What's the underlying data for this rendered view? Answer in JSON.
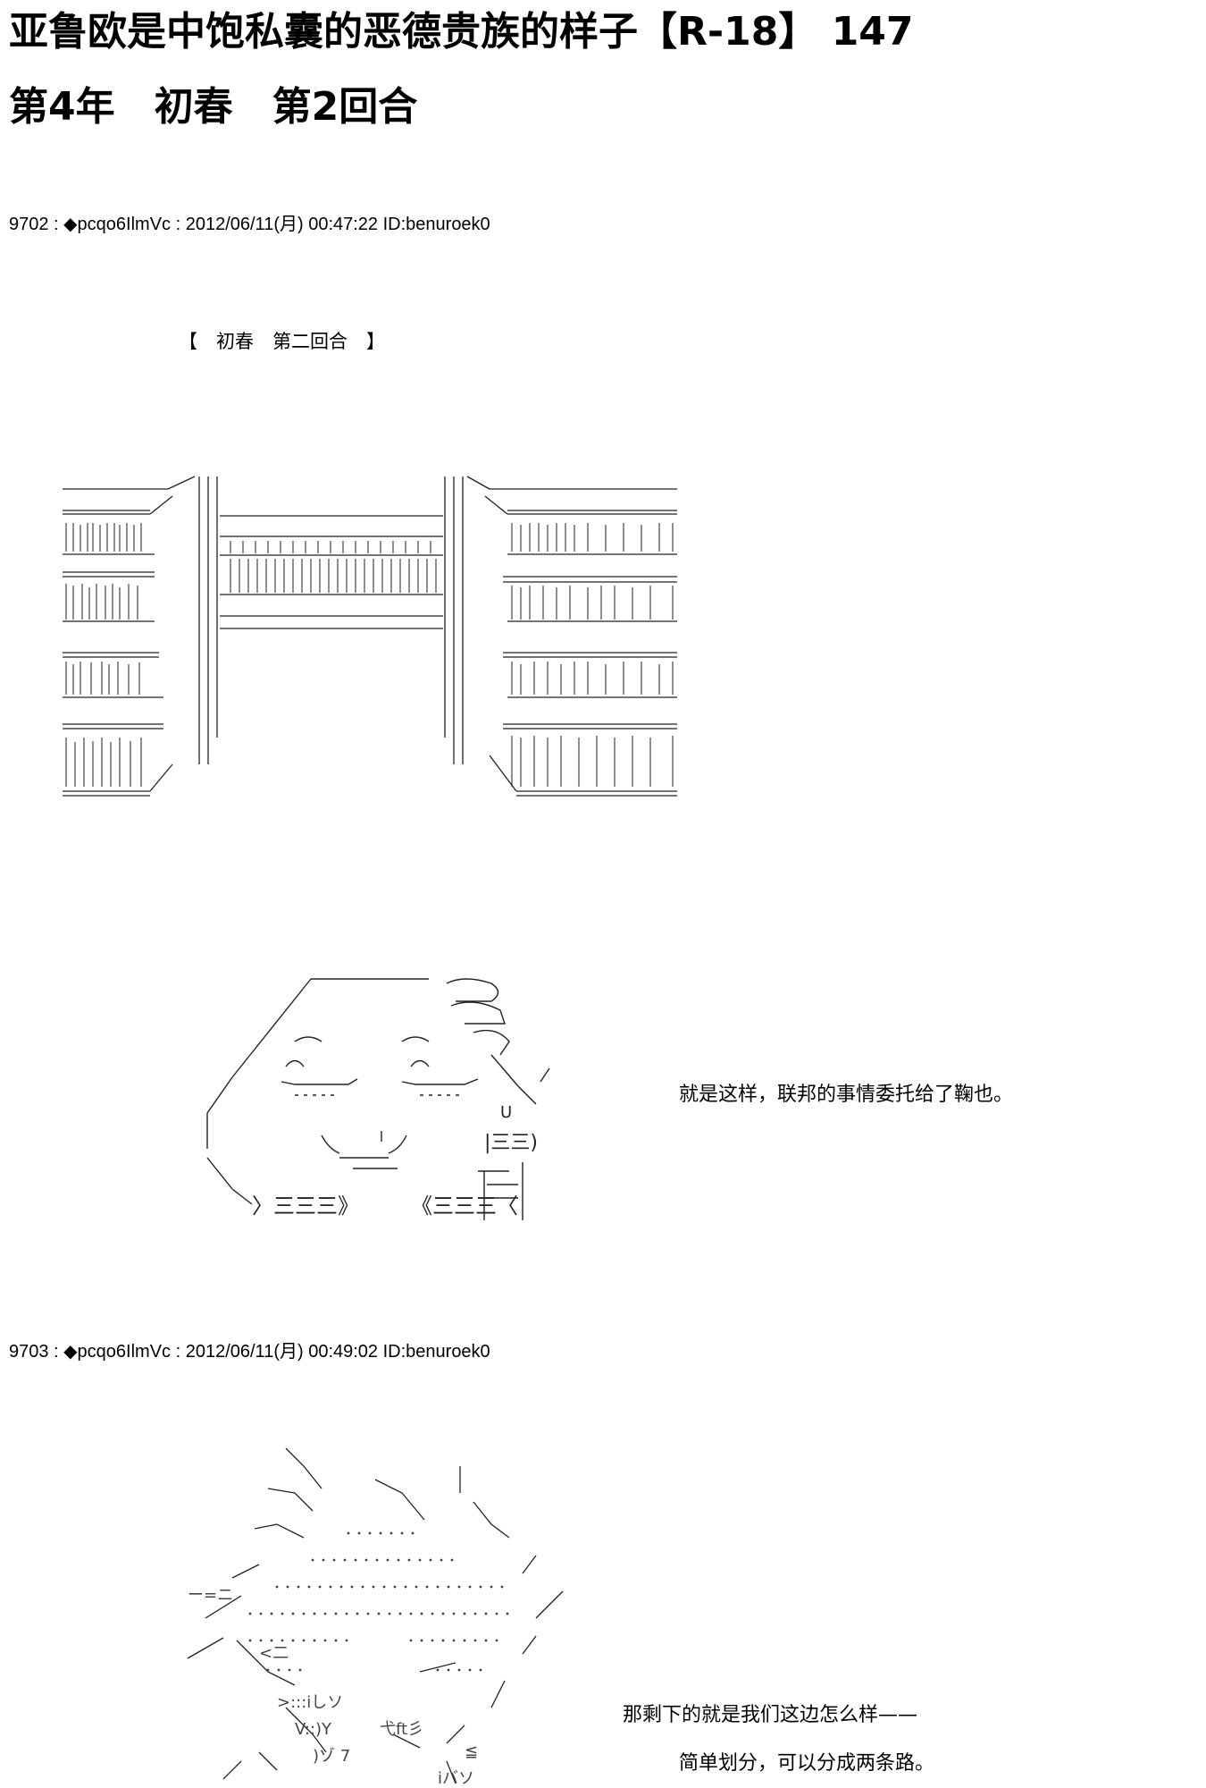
{
  "header": {
    "title": "亚鲁欧是中饱私囊的恶德贵族的样子【R-18】 147",
    "subtitle": "第4年　初春　第2回合"
  },
  "posts": [
    {
      "header": "9702 : ◆pcqo6IlmVc : 2012/06/11(月) 00:47:22 ID:benuroek0",
      "season_label": "【　初春　第二回合　】",
      "dialog": [
        "就是这样，联邦的事情委托给了鞠也。"
      ]
    },
    {
      "header": "9703 : ◆pcqo6IlmVc : 2012/06/11(月) 00:49:02 ID:benuroek0",
      "dialog": [
        "那剩下的就是我们这边怎么样——",
        "简单划分，可以分成两条路。"
      ]
    }
  ],
  "art": {
    "building": "ascii-art-building",
    "character1": "ascii-art-sleepy-character",
    "character2": "ascii-art-spiky-hair-character"
  }
}
